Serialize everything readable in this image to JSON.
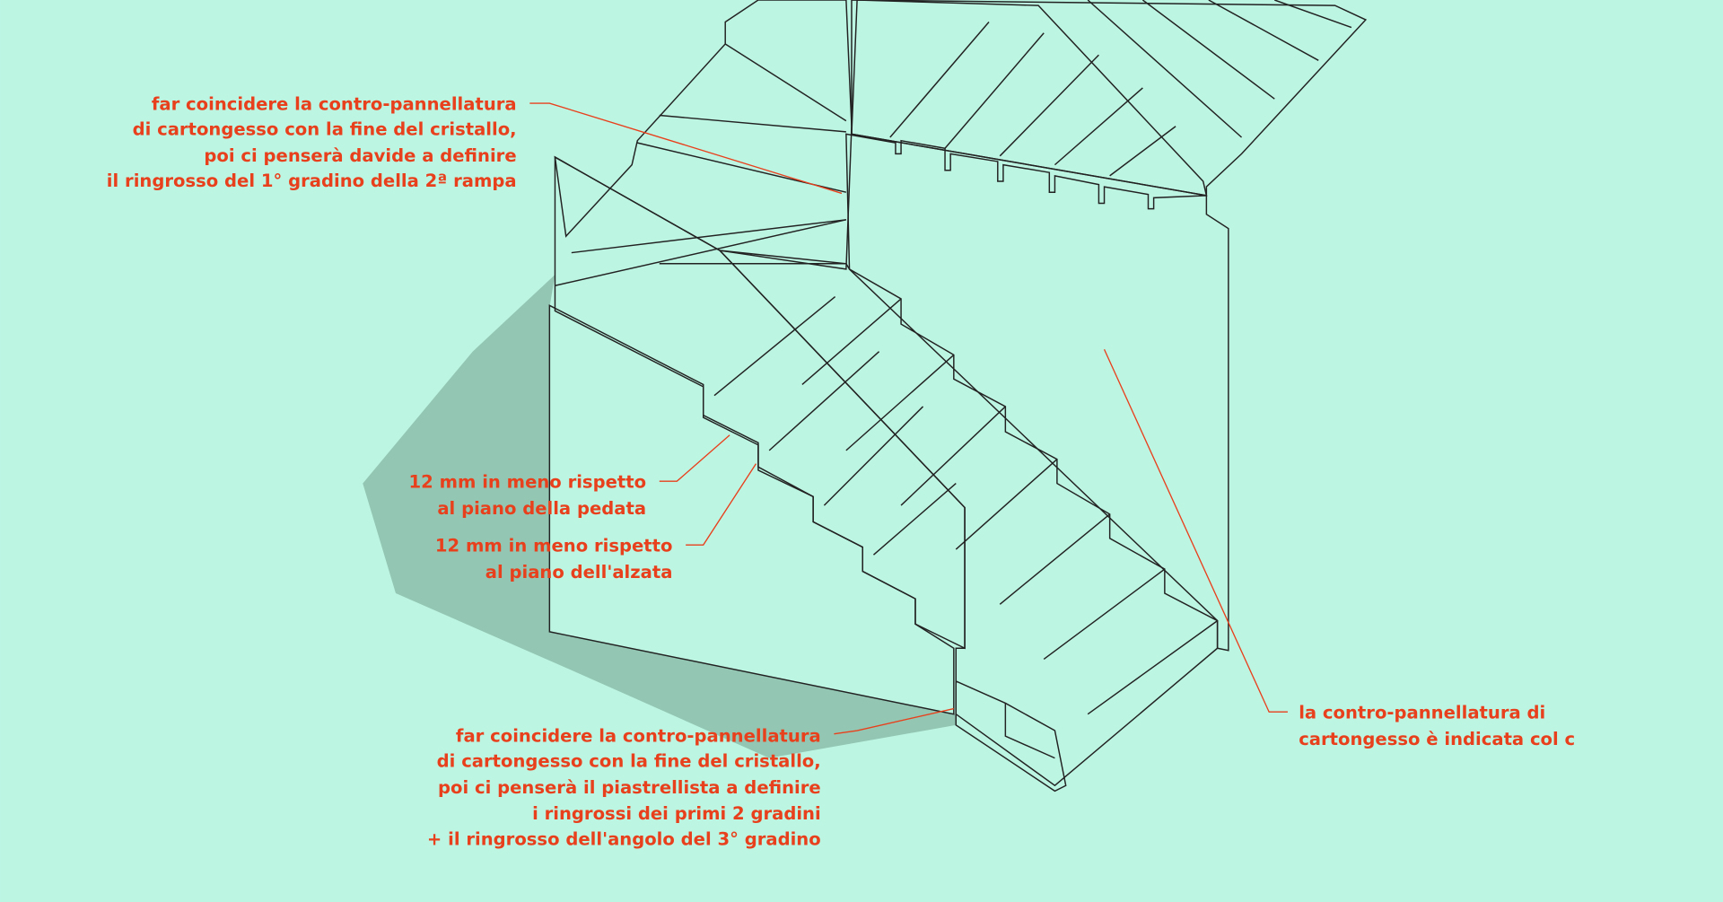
{
  "colors": {
    "background": "#bdf5e3",
    "annotation": "#e8401c",
    "drywall_panel": "#bfab80",
    "glass": "#8fa9b0",
    "stairs": "#f2f2f2",
    "shadow": "#93c7b4"
  },
  "annotations": {
    "top_left": [
      "far coincidere la contro-pannellatura",
      "di cartongesso con la fine del cristallo,",
      "poi ci penserà davide a definire",
      "il ringrosso del 1° gradino della 2ª rampa"
    ],
    "tread": [
      "12 mm in meno rispetto",
      "al piano della pedata"
    ],
    "riser": [
      "12 mm in meno rispetto",
      "al piano dell'alzata"
    ],
    "bottom": [
      "far coincidere la contro-pannellatura",
      "di cartongesso con la fine del cristallo,",
      "poi ci penserà il piastrellista a definire",
      "i ringrossi dei primi 2 gradini",
      "+ il ringrosso dell'angolo del 3° gradino"
    ],
    "right": [
      "la contro-pannellatura di",
      "cartongesso è indicata col c"
    ]
  }
}
